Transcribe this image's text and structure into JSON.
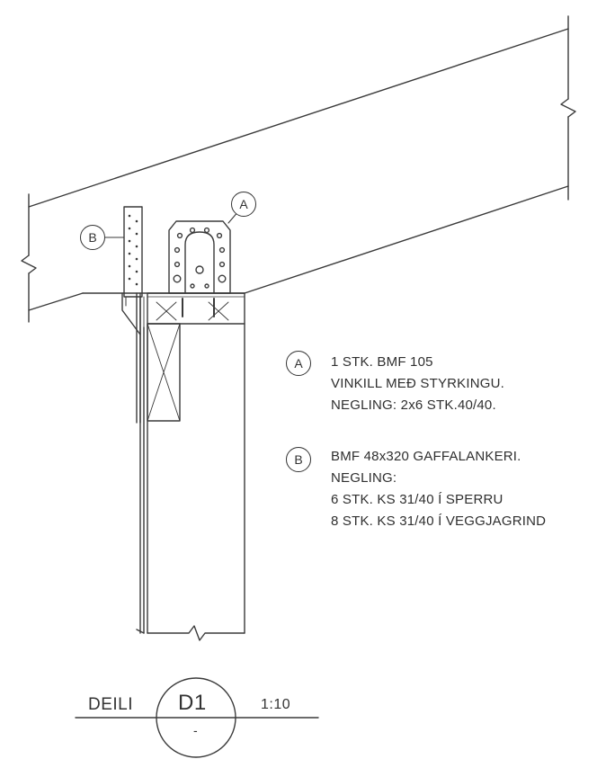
{
  "callouts": {
    "a_letter": "A",
    "b_letter": "B"
  },
  "notes": {
    "a": {
      "letter": "A",
      "lines": [
        "1 STK. BMF 105",
        "VINKILL MEÐ STYRKINGU.",
        "NEGLING: 2x6 STK.40/40."
      ]
    },
    "b": {
      "letter": "B",
      "lines": [
        "BMF 48x320 GAFFALANKERI.",
        "NEGLING:",
        "6 STK. KS 31/40 Í SPERRU",
        "8 STK. KS 31/40 Í VEGGJAGRIND"
      ]
    }
  },
  "title_block": {
    "label": "DEILI",
    "number": "D1",
    "sheet": "-",
    "scale": "1:10"
  }
}
